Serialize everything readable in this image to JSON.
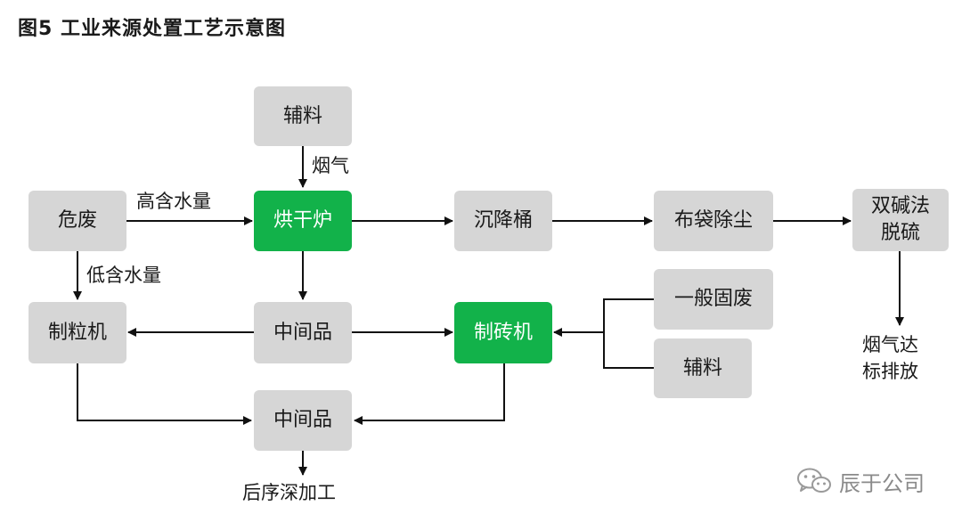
{
  "title": "图5 工业来源处置工艺示意图",
  "nodes": {
    "fuliao_top": "辅料",
    "weifei": "危废",
    "hongganlu": "烘干炉",
    "chenjiangtong": "沉降桶",
    "budai": "布袋除尘",
    "shuangjian_l1": "双碱法",
    "shuangjian_l2": "脱硫",
    "zhilijii": "制粒机",
    "zhongjianpin_mid": "中间品",
    "zhizhuanji": "制砖机",
    "yiban": "一般固废",
    "fuliao_right": "辅料",
    "zhongjianpin_bottom": "中间品"
  },
  "labels": {
    "yanqi": "烟气",
    "gaohanshui": "高含水量",
    "dihanshui": "低含水量",
    "output_l1": "烟气达",
    "output_l2": "标排放",
    "houxu": "后序深加工"
  },
  "watermark": {
    "text": "辰于公司",
    "icon": "wechat-icon"
  },
  "colors": {
    "green": "#12b24a",
    "gray": "#d6d6d6",
    "line": "#111111"
  }
}
